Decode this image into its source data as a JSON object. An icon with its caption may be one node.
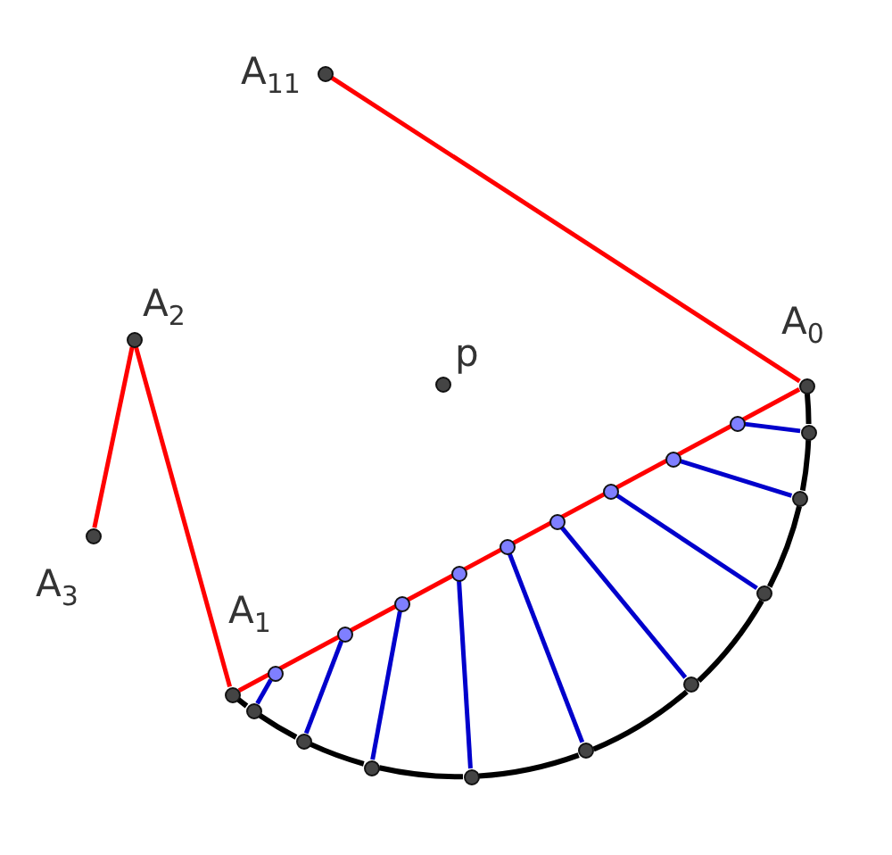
{
  "diagram": {
    "nodes": [
      {
        "text": [],
        "shape": "circle",
        "beside": [
          "A$_{11}$"
        ]
      },
      {
        "text": [],
        "shape": "circle",
        "beside": [
          "A$_{2}$"
        ]
      },
      {
        "text": [],
        "shape": "circle",
        "beside": [
          "A$_{0}$"
        ]
      },
      {
        "text": [],
        "shape": "circle",
        "beside": [
          "p"
        ]
      },
      {
        "text": [],
        "shape": "circle",
        "beside": [
          "A$_{3}$"
        ]
      },
      {
        "text": [],
        "shape": "circle",
        "beside": [
          "A$_{1}$"
        ]
      },
      {
        "text": [],
        "shape": "circle"
      },
      {
        "text": [],
        "shape": "circle"
      },
      {
        "text": [],
        "shape": "circle"
      },
      {
        "text": [],
        "shape": "circle"
      },
      {
        "text": [],
        "shape": "circle"
      },
      {
        "text": [],
        "shape": "circle"
      },
      {
        "text": [],
        "shape": "circle"
      },
      {
        "text": [],
        "shape": "circle"
      },
      {
        "text": [],
        "shape": "circle"
      },
      {
        "text": [],
        "shape": "circle"
      },
      {
        "text": [],
        "shape": "circle"
      },
      {
        "text": [],
        "shape": "circle"
      },
      {
        "text": [],
        "shape": "circle"
      },
      {
        "text": [],
        "shape": "circle"
      },
      {
        "text": [],
        "shape": "circle"
      },
      {
        "text": [],
        "shape": "circle"
      },
      {
        "text": [],
        "shape": "circle"
      },
      {
        "text": [],
        "shape": "circle"
      }
    ],
    "edges": [
      {
        "from": 0,
        "to": 2,
        "arrow": "none",
        "color": "#ff0000"
      },
      {
        "from": 5,
        "to": 2,
        "arrow": "none",
        "color": "#ff0000"
      },
      {
        "from": 5,
        "to": 1,
        "arrow": "none",
        "color": "#ff0000"
      },
      {
        "from": 1,
        "to": 4,
        "arrow": "none",
        "color": "#ff0000"
      },
      {
        "from": 6,
        "to": 15,
        "arrow": "none",
        "color": "#0000cc"
      },
      {
        "from": 7,
        "to": 16,
        "arrow": "none",
        "color": "#0000cc"
      },
      {
        "from": 8,
        "to": 17,
        "arrow": "none",
        "color": "#0000cc"
      },
      {
        "from": 9,
        "to": 18,
        "arrow": "none",
        "color": "#0000cc"
      },
      {
        "from": 10,
        "to": 19,
        "arrow": "none",
        "color": "#0000cc"
      },
      {
        "from": 11,
        "to": 20,
        "arrow": "none",
        "color": "#0000cc"
      },
      {
        "from": 12,
        "to": 21,
        "arrow": "none",
        "color": "#0000cc"
      },
      {
        "from": 13,
        "to": 22,
        "arrow": "none",
        "color": "#0000cc"
      },
      {
        "from": 14,
        "to": 23,
        "arrow": "none",
        "color": "#0000cc"
      },
      {
        "from": 5,
        "to": 15,
        "arrow": "none"
      },
      {
        "from": 15,
        "to": 16,
        "arrow": "none"
      },
      {
        "from": 16,
        "to": 17,
        "arrow": "none"
      },
      {
        "from": 17,
        "to": 18,
        "arrow": "none"
      },
      {
        "from": 18,
        "to": 19,
        "arrow": "none"
      },
      {
        "from": 19,
        "to": 20,
        "arrow": "none"
      },
      {
        "from": 20,
        "to": 21,
        "arrow": "none"
      },
      {
        "from": 21,
        "to": 22,
        "arrow": "none"
      },
      {
        "from": 22,
        "to": 23,
        "arrow": "none"
      },
      {
        "from": 23,
        "to": 2,
        "arrow": "none"
      }
    ]
  }
}
